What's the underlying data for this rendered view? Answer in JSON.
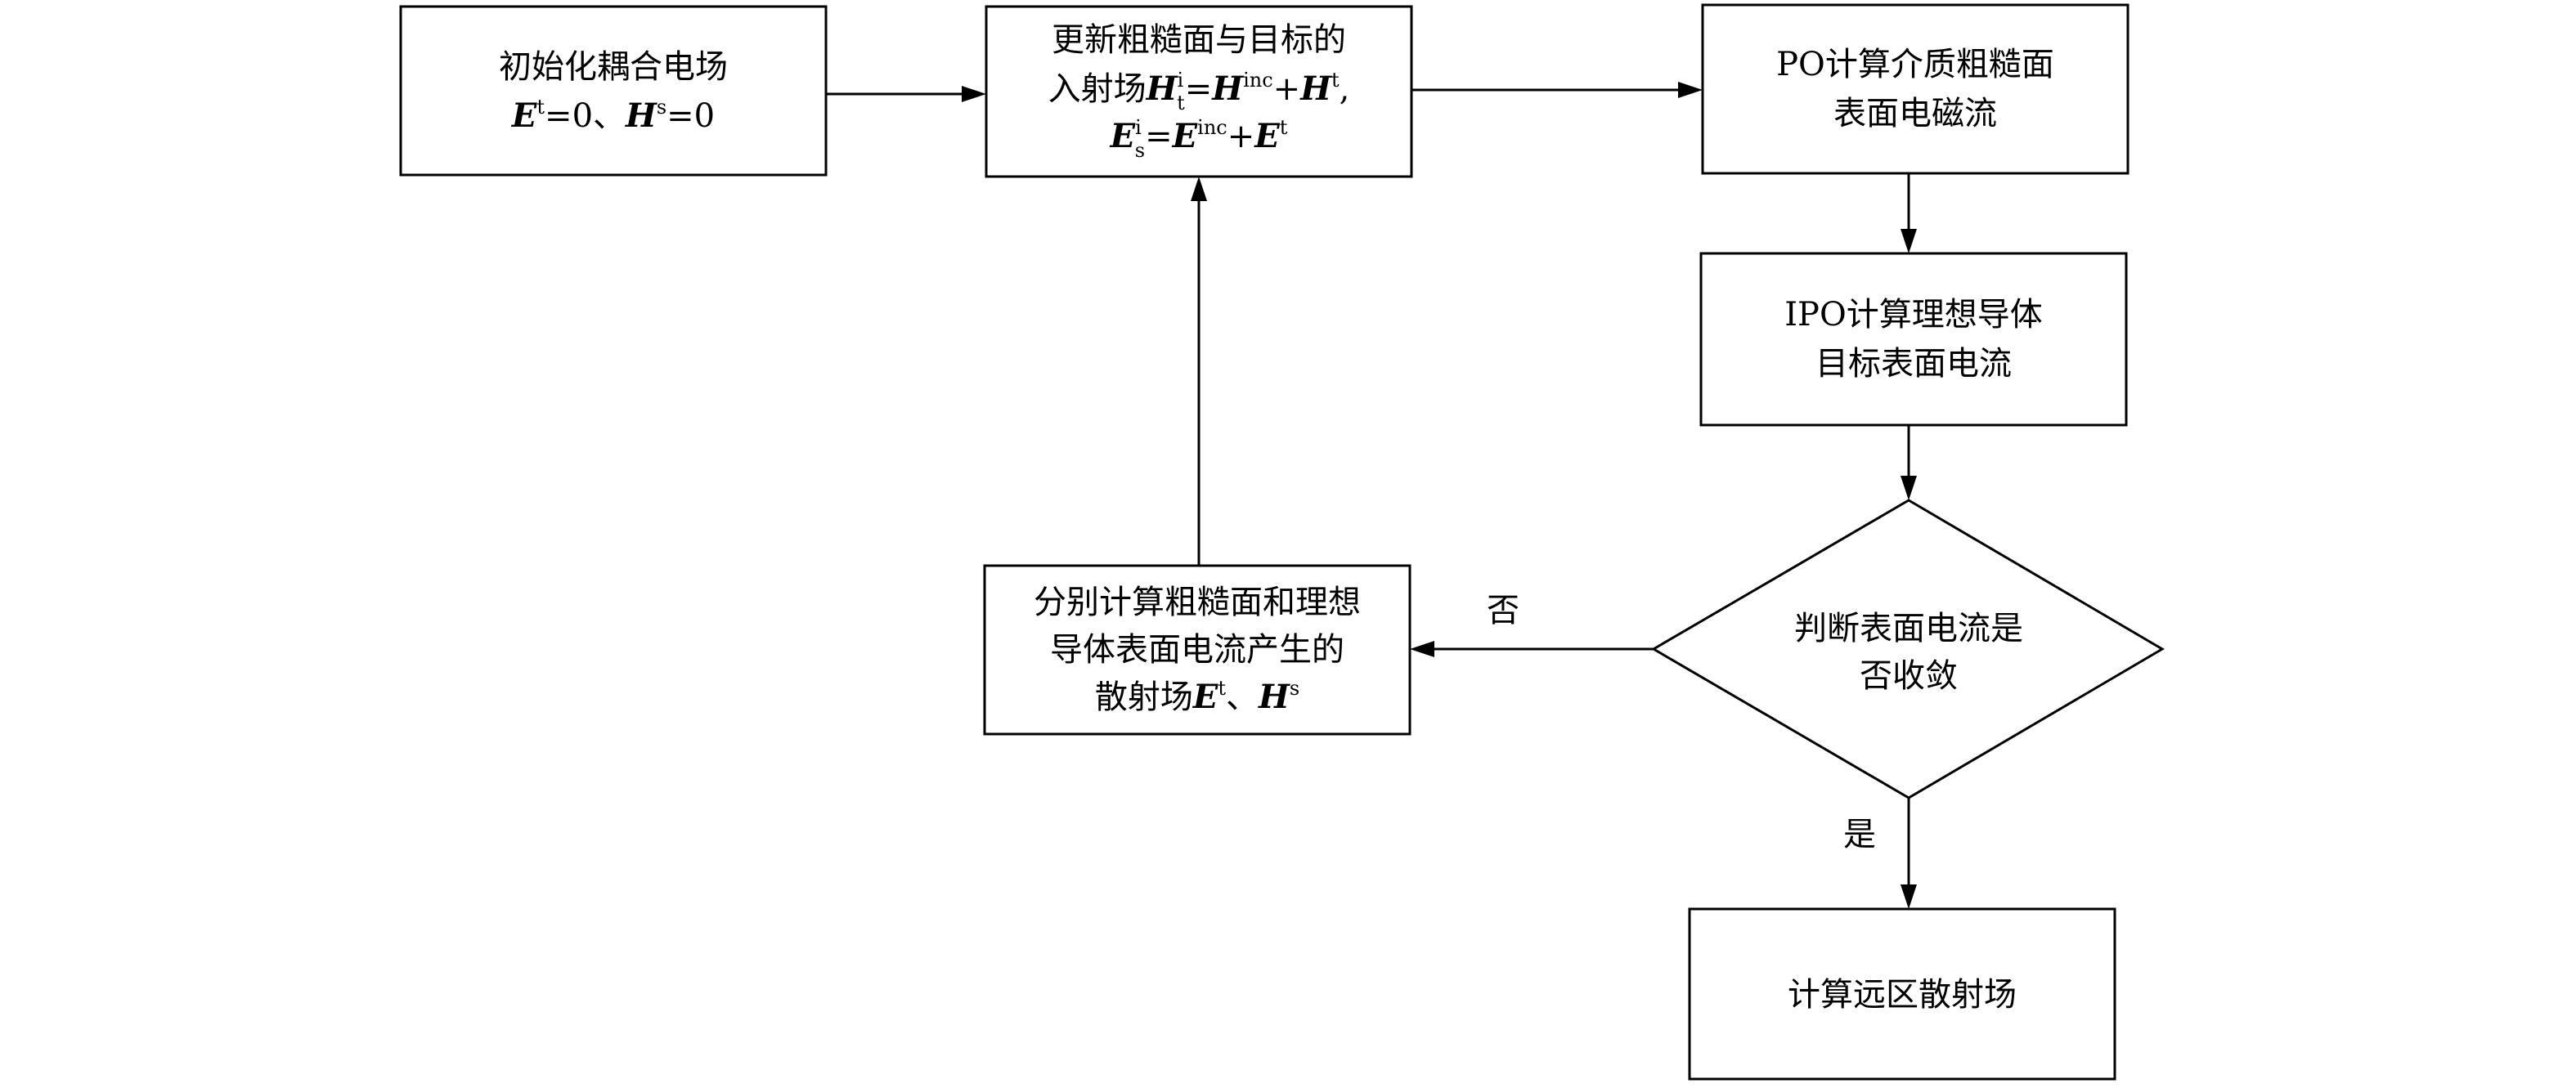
{
  "nodes": {
    "init": {
      "line1": "初始化耦合电场",
      "E": "E",
      "E_sup": "t",
      "eq1": "=0、",
      "H": "H",
      "H_sup": "s",
      "eq2": "=0"
    },
    "update": {
      "line1": "更新粗糙面与目标的",
      "line2_prefix": "入射场",
      "H": "H",
      "H_sub": "t",
      "H_sup": "i",
      "eq": "=",
      "H2": "H",
      "H2_sup": "inc",
      "plus": "+",
      "H3": "H",
      "H3_sup": "t",
      "comma": ",",
      "E": "E",
      "E_sub": "s",
      "E_sup": "i",
      "eq2": "=",
      "E2": "E",
      "E2_sup": "inc",
      "plus2": "+",
      "E3": "E",
      "E3_sup": "t"
    },
    "po": {
      "line1": "PO计算介质粗糙面",
      "line2": "表面电磁流"
    },
    "ipo": {
      "line1": "IPO计算理想导体",
      "line2": "目标表面电流"
    },
    "decision": {
      "line1": "判断表面电流是",
      "line2": "否收敛"
    },
    "scatter": {
      "line1": "分别计算粗糙面和理想",
      "line2": "导体表面电流产生的",
      "line3_prefix": "散射场",
      "E": "E",
      "E_sup": "t",
      "sep": "、",
      "H": "H",
      "H_sup": "s"
    },
    "far": {
      "line1": "计算远区散射场"
    }
  },
  "edges": {
    "no_label": "否",
    "yes_label": "是"
  }
}
